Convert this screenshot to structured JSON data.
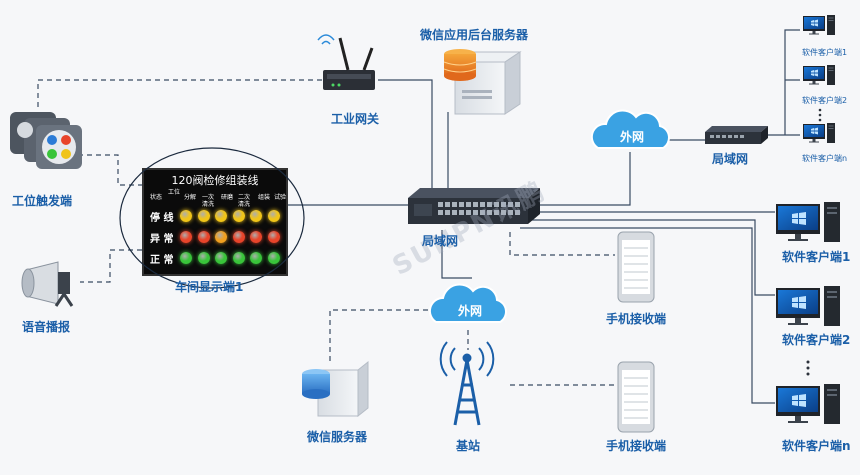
{
  "diagram": {
    "labels": {
      "wechat_backend_server": "微信应用后台服务器",
      "industrial_gateway": "工业网关",
      "station_trigger": "工位触发端",
      "workshop_display": "车间显示端1",
      "voice_broadcast": "语音播报",
      "lan_switch": "局域网",
      "lan_small": "局域网",
      "wan_top": "外网",
      "wan_mid": "外网",
      "mobile_receiver_1": "手机接收端",
      "mobile_receiver_2": "手机接收端",
      "wechat_server": "微信服务器",
      "base_station": "基站",
      "client_1": "软件客户端1",
      "client_2": "软件客户端2",
      "client_n": "软件客户端n",
      "small_client_1": "软件客户端1",
      "small_client_2": "软件客户端2",
      "small_client_n": "软件客户端n",
      "watermark": "SUNPN讯鹏"
    },
    "board": {
      "title": "120阀检修组装线",
      "columns": [
        "状态",
        "工位",
        "分解",
        "一次\n清洗",
        "研磨",
        "二次\n清洗",
        "组装",
        "试验"
      ],
      "rows": [
        {
          "label": "停 线",
          "color": "#f0c419"
        },
        {
          "label": "异 常",
          "color": "#e8442a"
        },
        {
          "label": "正 常",
          "color": "#39c43a"
        }
      ],
      "row2_colors": [
        "#e8442a",
        "#e8442a",
        "#f0a020",
        "#e8442a",
        "#e8442a",
        "#e8442a"
      ]
    },
    "colors": {
      "line": "#3a4b63",
      "label": "#1b5fa8",
      "cloud": "#3aa2e3"
    }
  }
}
